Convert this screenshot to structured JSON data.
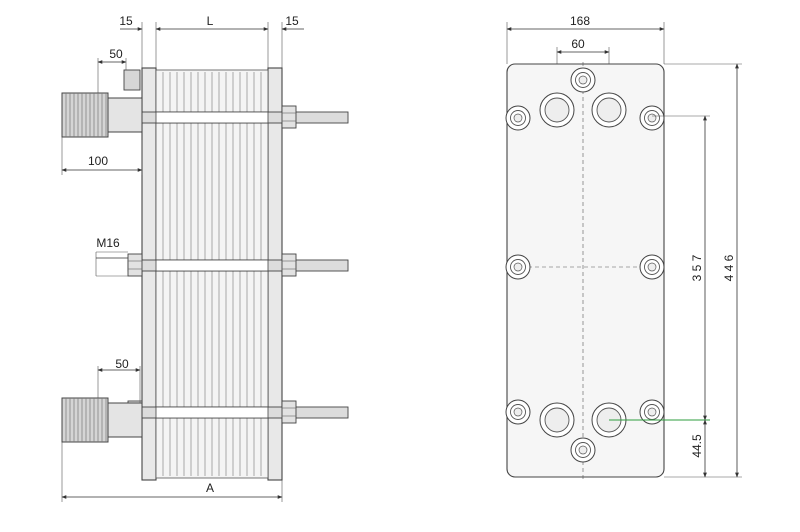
{
  "side_view": {
    "dims": {
      "frame_left": "15",
      "length": "L",
      "frame_right": "15",
      "port_upper": "50",
      "nozzle": "100",
      "bolt": "M16",
      "port_lower": "50",
      "overall": "A"
    }
  },
  "front_view": {
    "dims": {
      "width": "168",
      "port_spacing": "60",
      "bolt_spacing": "3 5 7",
      "height": "4 4 6",
      "bottom_offset": "44.5"
    }
  },
  "colors": {
    "line": "#444444",
    "plate_fill": "#e6e6e6",
    "fitting_fill": "#d0d0d0",
    "green_leader": "#2e9e3e"
  }
}
